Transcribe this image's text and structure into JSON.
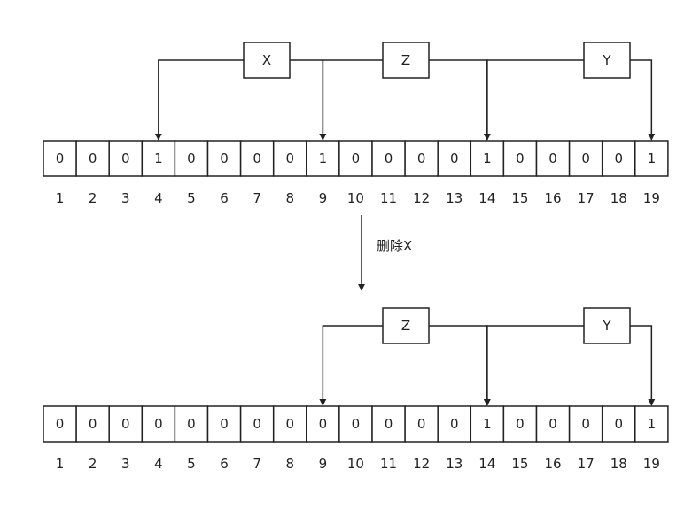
{
  "before": {
    "elements": [
      {
        "label": "X",
        "bits": [
          4,
          9
        ]
      },
      {
        "label": "Z",
        "bits": [
          9,
          14
        ]
      },
      {
        "label": "Y",
        "bits": [
          14,
          19
        ]
      }
    ],
    "bits": [
      0,
      0,
      0,
      1,
      0,
      0,
      0,
      0,
      1,
      0,
      0,
      0,
      0,
      1,
      0,
      0,
      0,
      0,
      1
    ],
    "indices": [
      "1",
      "2",
      "3",
      "4",
      "5",
      "6",
      "7",
      "8",
      "9",
      "10",
      "11",
      "12",
      "13",
      "14",
      "15",
      "16",
      "17",
      "18",
      "19"
    ]
  },
  "operation": {
    "label": "删除X"
  },
  "after": {
    "elements": [
      {
        "label": "Z",
        "bits": [
          9,
          14
        ]
      },
      {
        "label": "Y",
        "bits": [
          14,
          19
        ]
      }
    ],
    "bits": [
      0,
      0,
      0,
      0,
      0,
      0,
      0,
      0,
      0,
      0,
      0,
      0,
      0,
      1,
      0,
      0,
      0,
      0,
      1
    ],
    "indices": [
      "1",
      "2",
      "3",
      "4",
      "5",
      "6",
      "7",
      "8",
      "9",
      "10",
      "11",
      "12",
      "13",
      "14",
      "15",
      "16",
      "17",
      "18",
      "19"
    ]
  }
}
